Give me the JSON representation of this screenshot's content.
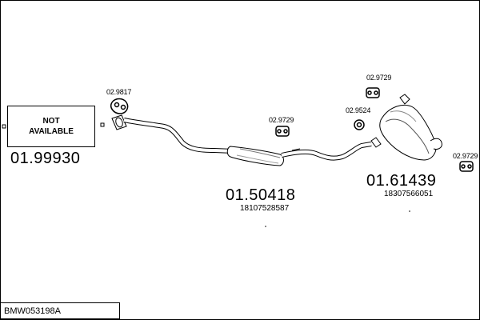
{
  "diagram": {
    "not_available": {
      "line1": "NOT",
      "line2": "AVAILABLE"
    },
    "parts": {
      "front": {
        "code": "01.99930"
      },
      "middle": {
        "code": "01.50418",
        "oem": "18107528587"
      },
      "rear": {
        "code": "01.61439",
        "oem": "18307566051"
      }
    },
    "accessories": {
      "gasket": {
        "code": "02.9817"
      },
      "hanger_mid": {
        "code": "02.9729"
      },
      "clamp": {
        "code": "02.9524"
      },
      "hanger_rear_top": {
        "code": "02.9729"
      },
      "hanger_rear_right": {
        "code": "02.9729"
      }
    },
    "kit_code": "BMW053198A"
  }
}
